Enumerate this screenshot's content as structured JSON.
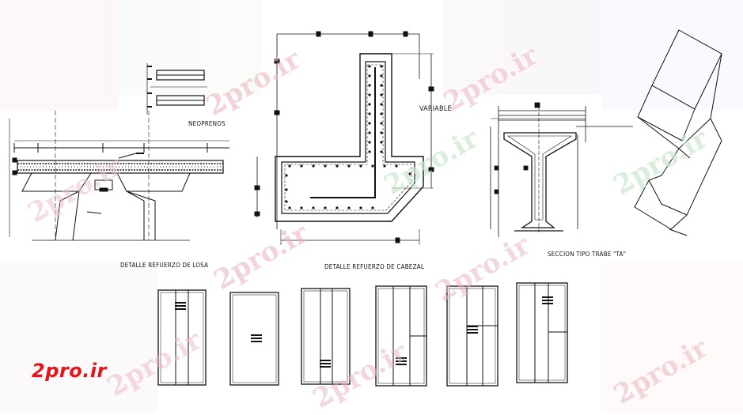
{
  "labels": {
    "neoprenos": "NEOPRENOS",
    "variable": "VARIABLE",
    "detalle_losa": "DETALLE REFUERZO DE LOSA",
    "detalle_cabezal": "DETALLE REFUERZO DE CABEZAL",
    "seccion_trabe": "SECCION TIPO TRABE \"TA\""
  },
  "watermark": {
    "text": "2pro.ir",
    "brand": "2pro.ir",
    "brand_color": "#e4141b",
    "tint_color": "#e9b8c0",
    "light_color": "#c9e8cf"
  },
  "drawing": {
    "line_color": "#111111"
  }
}
